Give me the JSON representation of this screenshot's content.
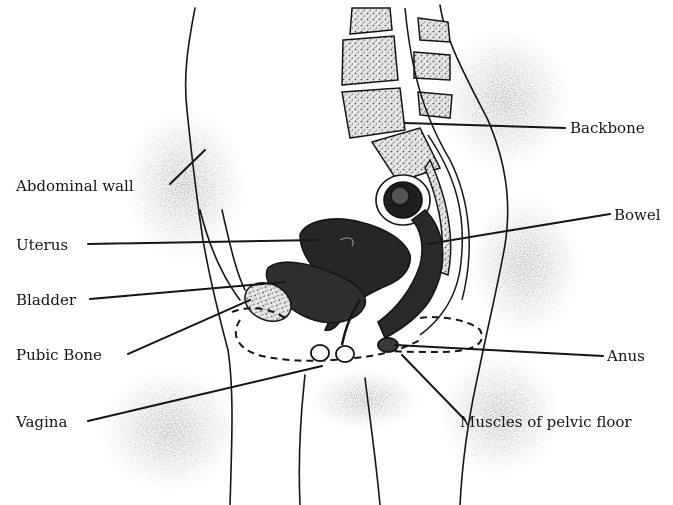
{
  "labels": {
    "abdominal_wall": "Abdominal wall",
    "uterus": "Uterus",
    "bladder": "Bladder",
    "pubic_bone": "Pubic Bone",
    "vagina": "Vagina",
    "backbone": "Backbone",
    "bowel": "Bowel",
    "anus": "Anus",
    "muscles_pelvic_floor": "Muscles of pelvic floor"
  },
  "colors": {
    "ink": "#151515",
    "shading": "#8a8a8a",
    "vertebra_fill": "#d8d8d8",
    "organ_fill": "#2a2a2a"
  }
}
